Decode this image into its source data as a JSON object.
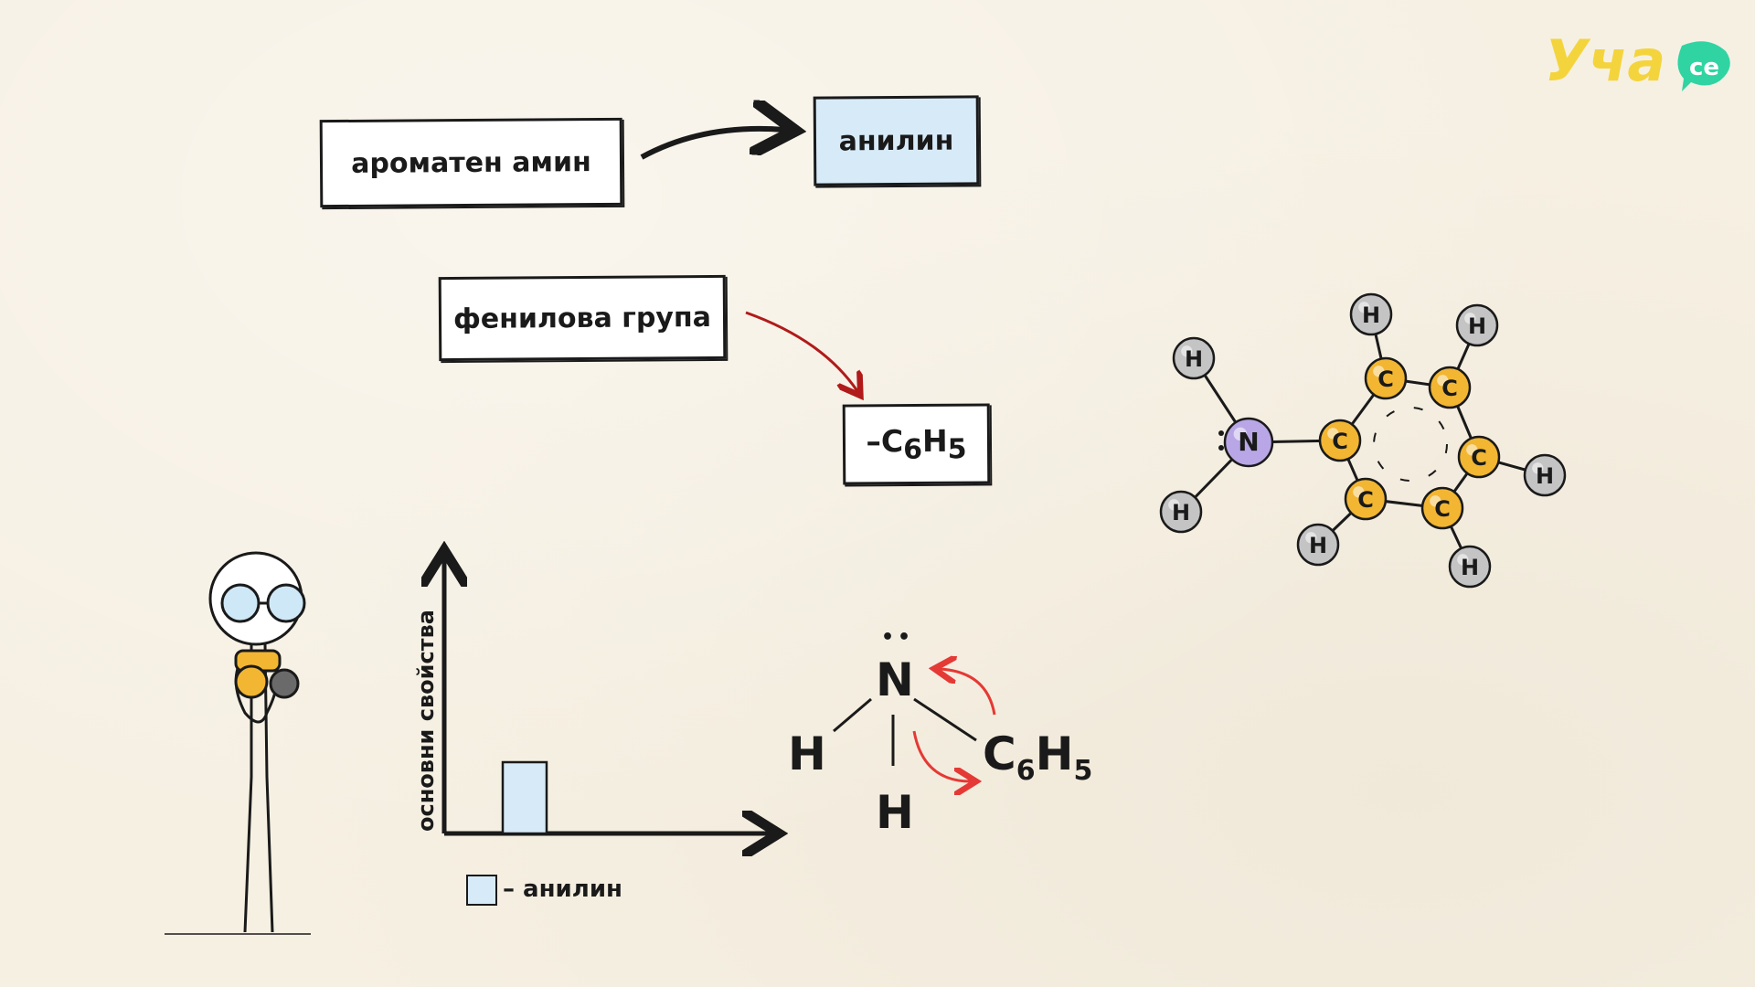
{
  "labels": {
    "aromatic_amine": "ароматен амин",
    "aniline": "анилин",
    "phenyl_group": "фенилова група",
    "c6h5_prefix": "–C",
    "c6h5_sub6": "6",
    "c6h5_h": "H",
    "c6h5_sub5": "5"
  },
  "bar_chart": {
    "ylabel": "основни свойства",
    "legend_symbol": "– анилин"
  },
  "formula": {
    "n": "N",
    "lone_pair": "••",
    "h_left": "H",
    "h_bottom": "H",
    "c": "C",
    "sub6": "6",
    "h": "H",
    "sub5": "5"
  },
  "molecule": {
    "n_atom": "N",
    "c_atom": "C",
    "h_atom": "H"
  },
  "logo": {
    "text": "Уча",
    "badge": "се"
  },
  "colors": {
    "background": "#f6f0e3",
    "aniline_blue": "#d7eaf8",
    "carbon": "#f2b632",
    "nitrogen": "#b9a6e6",
    "hydrogen": "#c4c4c4",
    "arrow_red": "#b11a1a",
    "curved_arrow_red": "#e53935",
    "logo_yellow": "#f4d43c",
    "logo_green": "#2fd4a2"
  },
  "chart_data": {
    "type": "bar",
    "categories": [
      "анилин"
    ],
    "values": [
      0.23
    ],
    "ylabel": "основни свойства",
    "xlabel": ""
  }
}
